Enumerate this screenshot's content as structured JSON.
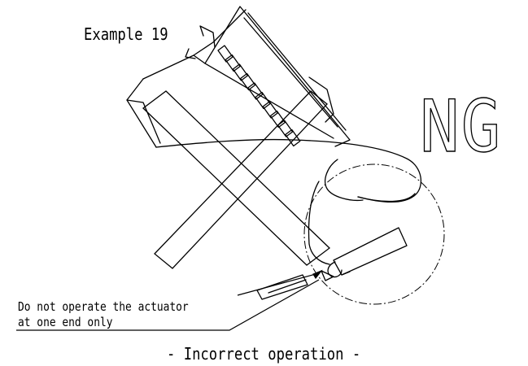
{
  "figure": {
    "title": "Example 19",
    "verdict": "NG",
    "note_lines": [
      "Do not operate the actuator",
      "at one end only"
    ],
    "caption": "- Incorrect operation -"
  },
  "colors": {
    "line": "#000000",
    "background": "#ffffff"
  }
}
